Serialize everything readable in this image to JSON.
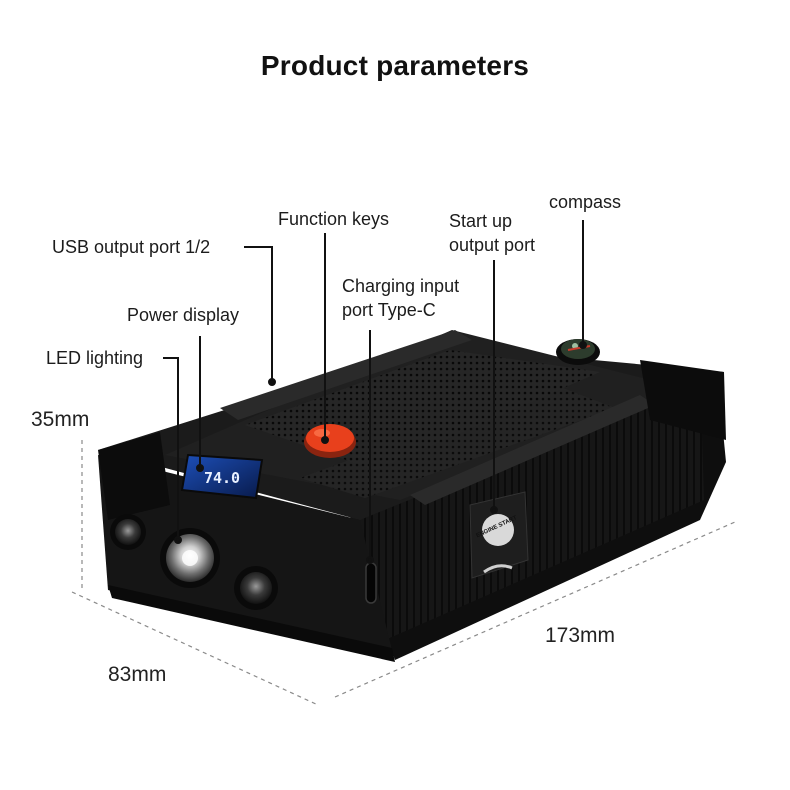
{
  "title": "Product parameters",
  "callouts": {
    "usb_output": "USB output port 1/2",
    "power_display": "Power display",
    "led_lighting": "LED lighting",
    "function_keys": "Function keys",
    "charging_input_line1": "Charging input",
    "charging_input_line2": "port Type-C",
    "start_up_line1": "Start up",
    "start_up_line2": "output port",
    "compass": "compass"
  },
  "dimensions": {
    "height": "35mm",
    "width": "83mm",
    "length": "173mm"
  },
  "device": {
    "display_reading": "74.0",
    "engine_start_label": "ENGINE START"
  },
  "colors": {
    "body": "#141414",
    "panel": "#1f1f1f",
    "button": "#e8401c",
    "screen": "#0f2f7a"
  }
}
